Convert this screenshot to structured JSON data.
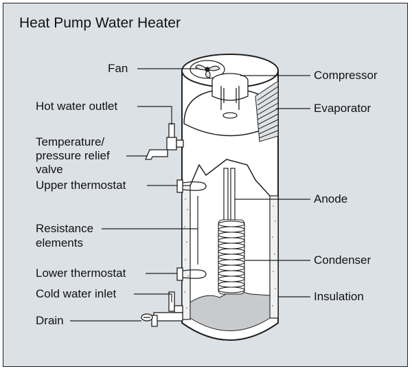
{
  "title": "Heat Pump Water Heater",
  "labels": {
    "fan": "Fan",
    "compressor": "Compressor",
    "hot_water_outlet": "Hot water outlet",
    "evaporator": "Evaporator",
    "temp_relief_valve": [
      "Temperature/",
      "pressure relief",
      "valve"
    ],
    "upper_thermostat": "Upper thermostat",
    "anode": "Anode",
    "resistance_elements": [
      "Resistance",
      "elements"
    ],
    "condenser": "Condenser",
    "lower_thermostat": "Lower thermostat",
    "cold_water_inlet": "Cold water inlet",
    "insulation": "Insulation",
    "drain": "Drain"
  },
  "colors": {
    "background": "#dce1e6",
    "tank_interior": "#ffffff",
    "water": "#c8cbce",
    "line": "#1f1f1f"
  }
}
